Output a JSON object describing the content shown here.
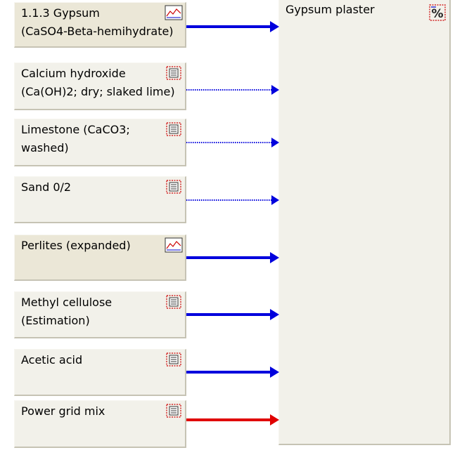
{
  "inputs": [
    {
      "label_line1": "1.1.3 Gypsum",
      "label_line2": "(CaSO4-Beta-hemihydrate)",
      "icon": "process-chart-icon",
      "flow": "solid-blue"
    },
    {
      "label_line1": "Calcium hydroxide",
      "label_line2": "(Ca(OH)2; dry; slaked lime)",
      "icon": "system-process-icon",
      "flow": "dotted-blue"
    },
    {
      "label_line1": "Limestone (CaCO3;",
      "label_line2": "washed)",
      "icon": "system-process-icon",
      "flow": "dotted-blue"
    },
    {
      "label_line1": "Sand 0/2",
      "label_line2": "",
      "icon": "system-process-icon",
      "flow": "dotted-blue"
    },
    {
      "label_line1": "Perlites (expanded)",
      "label_line2": "",
      "icon": "process-chart-icon",
      "flow": "solid-blue"
    },
    {
      "label_line1": "Methyl cellulose",
      "label_line2": "(Estimation)",
      "icon": "system-process-icon",
      "flow": "solid-blue"
    },
    {
      "label_line1": "Acetic acid",
      "label_line2": "",
      "icon": "system-process-icon",
      "flow": "solid-blue"
    },
    {
      "label_line1": "Power grid mix",
      "label_line2": "",
      "icon": "system-process-icon",
      "flow": "solid-red"
    }
  ],
  "target": {
    "label": "Gypsum plaster",
    "icon": "plan-percent-icon"
  },
  "colors": {
    "flow_blue": "#0000dd",
    "flow_red": "#e00000",
    "box_light": "#f2f1ea",
    "box_dark": "#ebe7d7"
  }
}
